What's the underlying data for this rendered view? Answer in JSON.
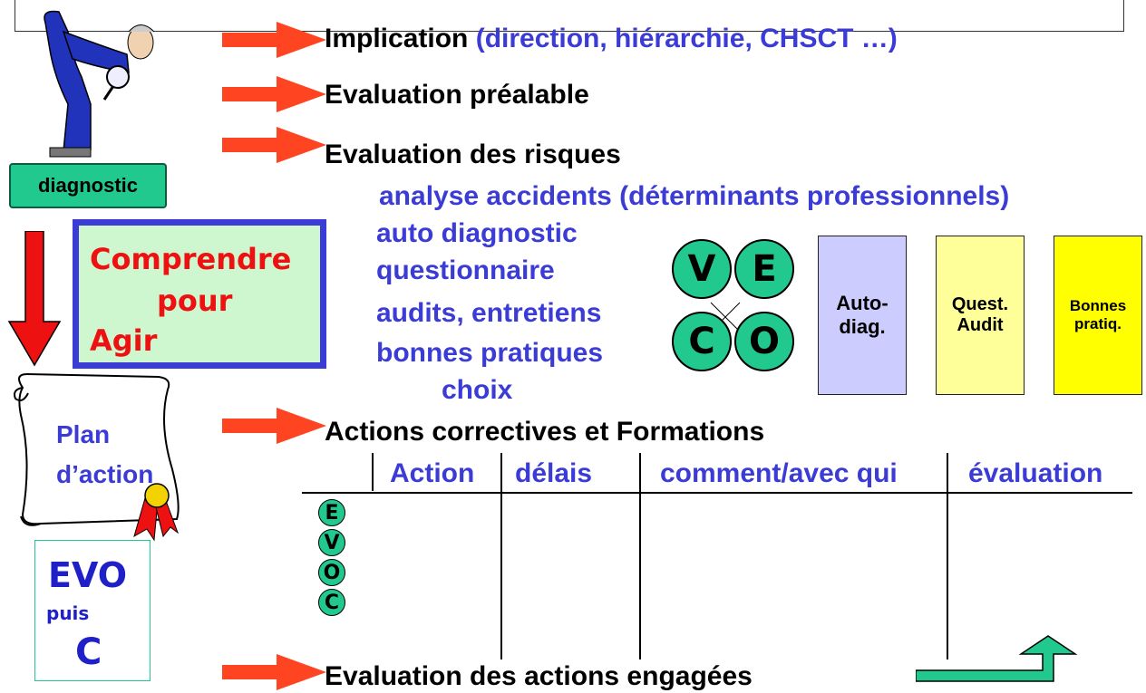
{
  "left": {
    "diagnostic": "diagnostic",
    "comprendre": "Comprendre",
    "pour": "pour",
    "agir": "Agir",
    "plan_line1": "Plan",
    "plan_line2": "d’action",
    "evo": "EVO",
    "puis": "puis",
    "c": "C"
  },
  "steps": {
    "implication": "Implication",
    "implication_detail": "(direction, hiérarchie, CHSCT …)",
    "evaluation_prealable": "Evaluation préalable",
    "evaluation_risques": "Evaluation des risques",
    "actions": "Actions correctives et Formations",
    "evaluation_actions": "Evaluation des actions engagées"
  },
  "methods": [
    "analyse accidents (déterminants professionnels)",
    "auto diagnostic",
    "questionnaire",
    "audits, entretiens",
    "bonnes pratiques",
    "choix"
  ],
  "veco": {
    "v": "V",
    "e": "E",
    "c": "C",
    "o": "O"
  },
  "boxes": {
    "auto_line1": "Auto-",
    "auto_line2": "diag.",
    "quest_line1": "Quest.",
    "quest_line2": "Audit",
    "bonnes_line1": "Bonnes",
    "bonnes_line2": "pratiq."
  },
  "table": {
    "headers": [
      "Action",
      "délais",
      "comment/avec qui",
      "évaluation"
    ],
    "rows": [
      "E",
      "V",
      "O",
      "C"
    ]
  },
  "colors": {
    "accent_blue": "#3b3bd6",
    "green": "#22c98f",
    "red": "#ee1111",
    "arrow": "#ff4422",
    "auto_box": "#ccccff",
    "quest_box": "#ffff99",
    "bonnes_box": "#ffff00"
  }
}
